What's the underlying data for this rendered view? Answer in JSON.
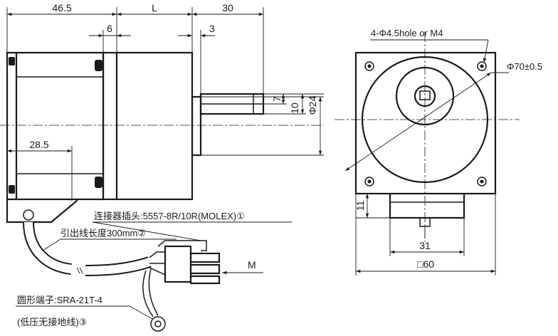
{
  "dimensions": {
    "rear_length": "46.5",
    "gear_length": "L",
    "shaft_length": "30",
    "flange_thickness": "6",
    "shaft_step": "3",
    "flat_width": "7",
    "shaft_diameter": "10",
    "pilot_diameter": "Φ24",
    "cable_offset": "28.5",
    "terminal_height": "11",
    "terminal_width": "31",
    "frame_size": "□60",
    "mounting_holes": "4-Φ4.5hole or M4",
    "pcd": "Φ70±0.5"
  },
  "notes": {
    "connector": "连接器插头:5557-8R/10R(MOLEX)①",
    "lead_length": "引出线长度300mm②",
    "terminal": "圆形端子:SRA-21T-4",
    "terminal_sub": "(低压无接地线)③",
    "arrow_label": "M"
  }
}
